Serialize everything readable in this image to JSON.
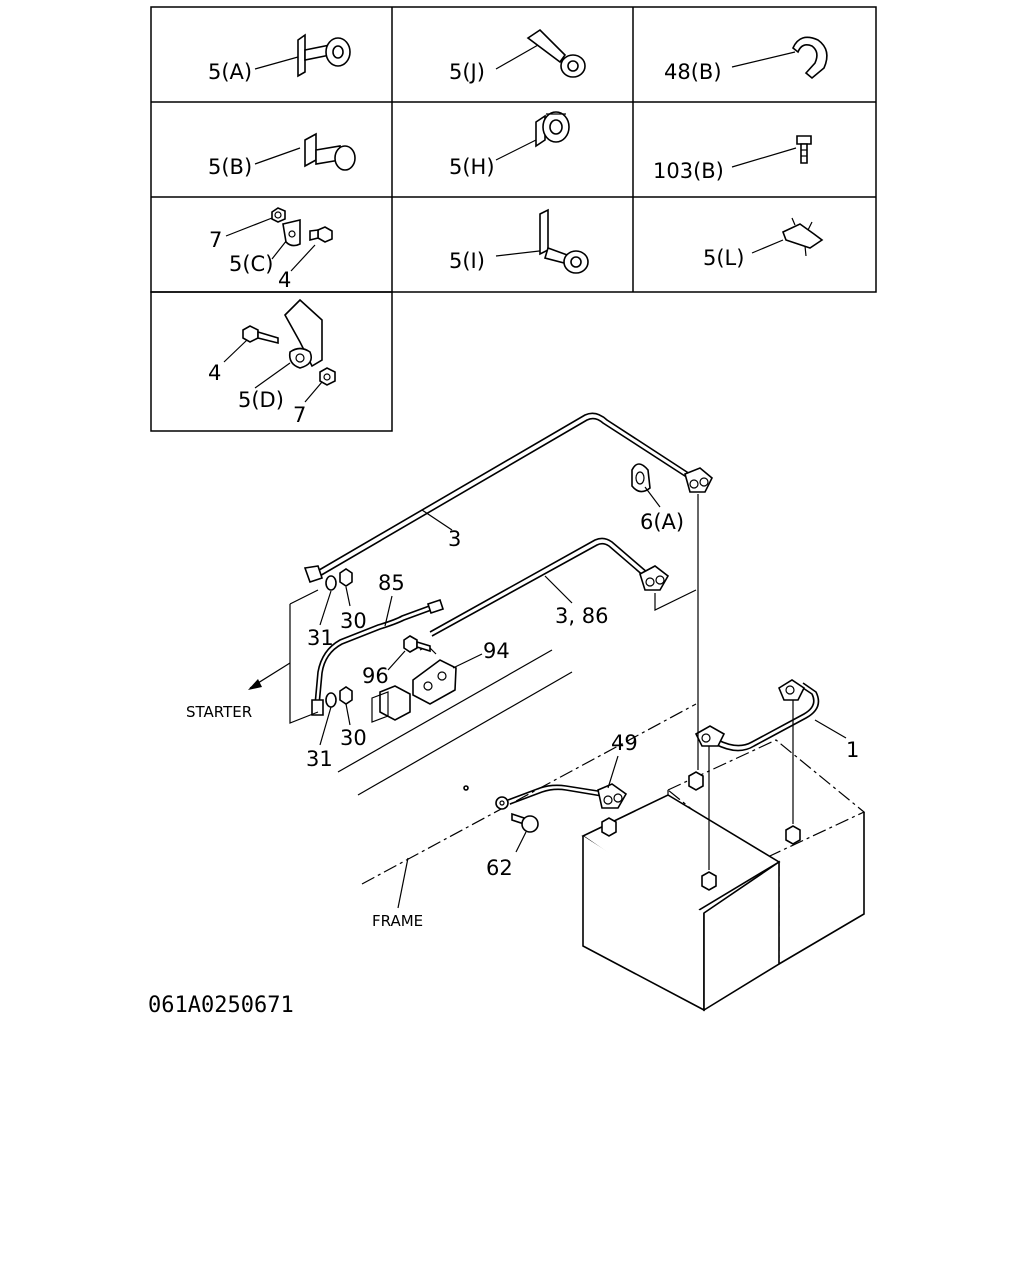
{
  "table": {
    "cells": [
      {
        "id": "5a",
        "label": "5(A)"
      },
      {
        "id": "5j",
        "label": "5(J)"
      },
      {
        "id": "48b",
        "label": "48(B)"
      },
      {
        "id": "5b",
        "label": "5(B)"
      },
      {
        "id": "5h",
        "label": "5(H)"
      },
      {
        "id": "103b",
        "label": "103(B)"
      },
      {
        "id": "5i",
        "label": "5(I)"
      },
      {
        "id": "5l",
        "label": "5(L)"
      }
    ],
    "cell_5c": {
      "label_7": "7",
      "label_5c": "5(C)",
      "label_4": "4"
    },
    "cell_5d": {
      "label_4": "4",
      "label_5d": "5(D)",
      "label_7": "7"
    }
  },
  "callouts": {
    "c3": "3",
    "c6a": "6(A)",
    "c85": "85",
    "c30a": "30",
    "c31a": "31",
    "c386": "3, 86",
    "c94": "94",
    "c96": "96",
    "c31b": "31",
    "c30b": "30",
    "c49": "49",
    "c1": "1",
    "c62": "62"
  },
  "notes": {
    "starter": "STARTER",
    "frame": "FRAME"
  },
  "figure_code": "061A0250671"
}
